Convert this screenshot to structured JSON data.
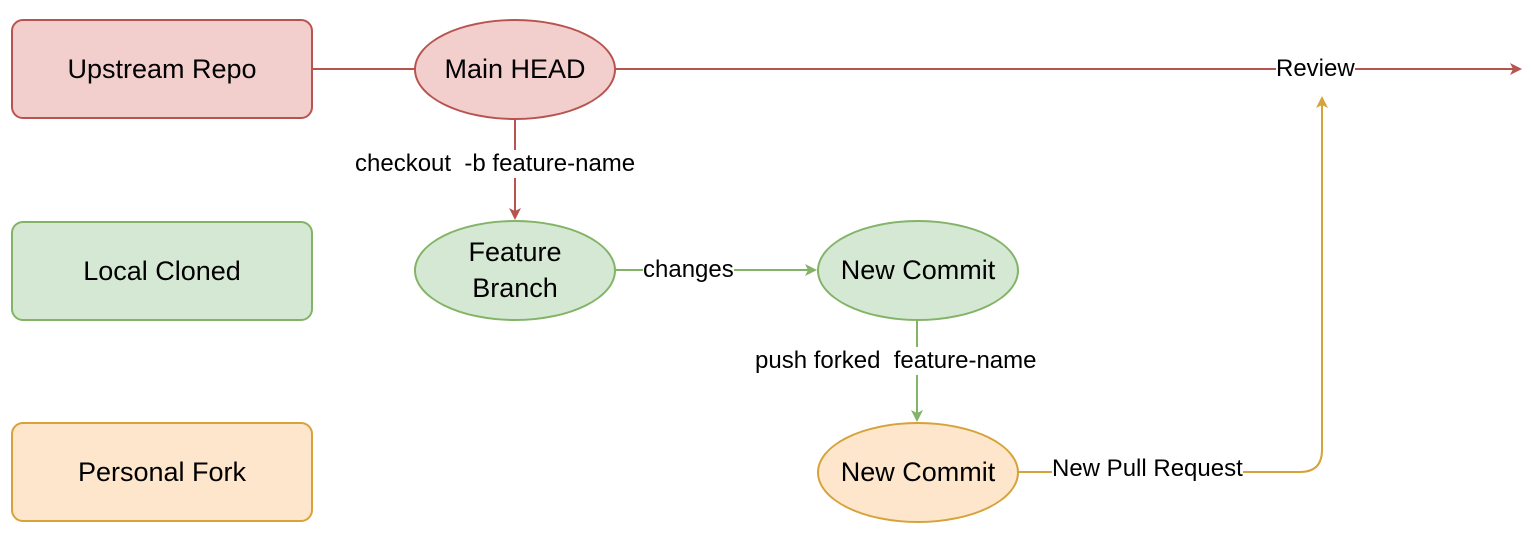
{
  "lanes": {
    "upstream": "Upstream Repo",
    "local": "Local Cloned",
    "fork": "Personal Fork"
  },
  "nodes": {
    "main_head": "Main HEAD",
    "feature_branch": "Feature\nBranch",
    "new_commit_local": "New Commit",
    "new_commit_fork": "New Commit"
  },
  "edges": {
    "checkout": "checkout  -b feature-name",
    "changes": "changes",
    "push": "push forked  feature-name",
    "pull_request": "New Pull Request",
    "review": "Review"
  },
  "colors": {
    "red_stroke": "#b85450",
    "green_stroke": "#82b366",
    "orange_stroke": "#d6a23a"
  }
}
